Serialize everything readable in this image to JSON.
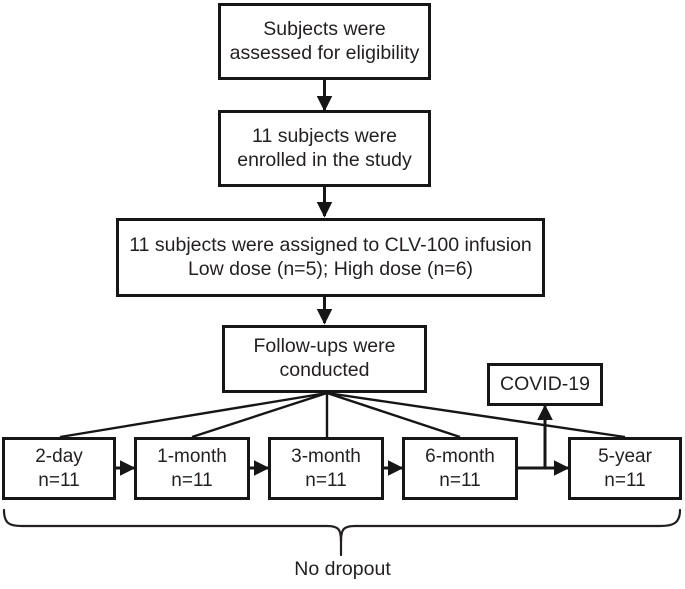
{
  "diagram": {
    "title": "CONSORT-style participant flow diagram",
    "stroke_color": "#161616",
    "text_color": "#231f20",
    "background": "#ffffff",
    "nodes": {
      "eligibility": "Subjects were\nassessed for eligibility",
      "enrolled": "11 subjects were\nenrolled in the study",
      "assigned": "11 subjects were assigned to CLV-100 infusion\nLow dose (n=5); High dose (n=6)",
      "followups": "Follow-ups were\nconducted",
      "covid": "COVID-19"
    },
    "timepoints": [
      {
        "label": "2-day",
        "n": "n=11"
      },
      {
        "label": "1-month",
        "n": "n=11"
      },
      {
        "label": "3-month",
        "n": "n=11"
      },
      {
        "label": "6-month",
        "n": "n=11"
      },
      {
        "label": "5-year",
        "n": "n=11"
      }
    ],
    "footer": "No dropout"
  }
}
